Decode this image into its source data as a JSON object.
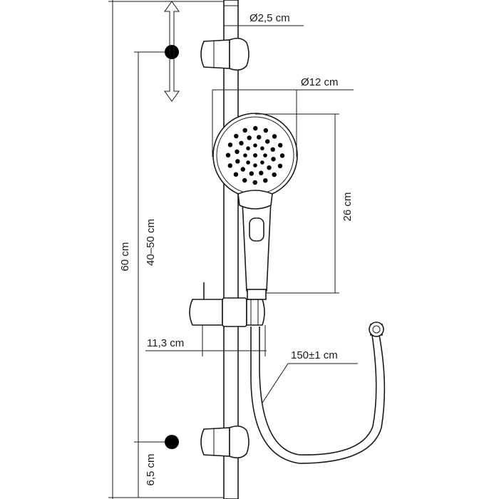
{
  "labels": {
    "bar_diameter": "Ø2,5 cm",
    "head_diameter": "Ø12 cm",
    "head_height": "26 cm",
    "total_height": "60 cm",
    "bracket_spacing": "40–50 cm",
    "arm_projection": "11,3 cm",
    "hose_length": "150±1 cm",
    "bottom_offset": "6,5 cm"
  }
}
